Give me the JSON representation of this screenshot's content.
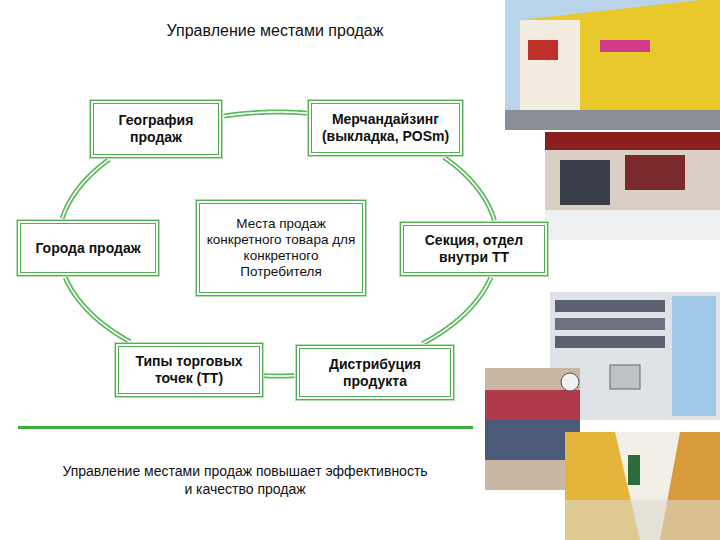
{
  "diagram": {
    "title": "Управление местами продаж",
    "caption": "Управление местами продаж повышает эффективность и качество продаж",
    "nodes": [
      {
        "text": [
          "География продаж"
        ]
      },
      {
        "text": [
          "Мерчандайзинг (выкладка, POSm)"
        ]
      },
      {
        "text": [
          "Города продаж"
        ]
      },
      {
        "text": [
          "Места продаж конкретного товара для конкретного Потребителя"
        ]
      },
      {
        "text": [
          "Секция, отдел внутри ТТ"
        ]
      },
      {
        "text": [
          "Типы торговых точек (ТТ)"
        ]
      },
      {
        "text": [
          "Дистрибуция продукта"
        ]
      }
    ],
    "edges": [
      {
        "from": 0,
        "to": 1,
        "arrow": "none"
      },
      {
        "from": 1,
        "to": 4,
        "arrow": "none"
      },
      {
        "from": 4,
        "to": 6,
        "arrow": "none"
      },
      {
        "from": 6,
        "to": 5,
        "arrow": "none"
      },
      {
        "from": 5,
        "to": 2,
        "arrow": "none"
      },
      {
        "from": 2,
        "to": 0,
        "arrow": "none"
      }
    ]
  }
}
